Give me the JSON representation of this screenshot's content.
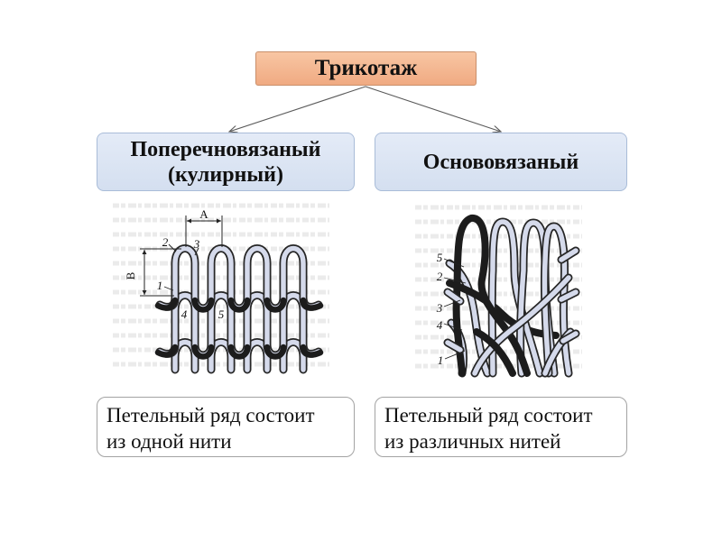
{
  "diagram": {
    "root": {
      "label": "Трикотаж"
    },
    "branches": [
      {
        "title_lines": [
          "Поперечновязаный",
          "(кулирный)"
        ],
        "figure": {
          "dimension_labels": [
            "А",
            "В"
          ],
          "part_labels": [
            "1",
            "2",
            "3",
            "4",
            "5"
          ]
        },
        "description_lines": [
          "Петельный ряд состоит",
          "из одной нити"
        ]
      },
      {
        "title_lines": [
          "Основовязаный"
        ],
        "figure": {
          "part_labels": [
            "1",
            "2",
            "3",
            "4",
            "5"
          ]
        },
        "description_lines": [
          "Петельный ряд состоит",
          "из различных нитей"
        ]
      }
    ]
  },
  "colors": {
    "root_fill_top": "#f8c6a3",
    "root_fill_bottom": "#f0aa82",
    "root_border": "#c98f6b",
    "category_fill_top": "#e4ebf7",
    "category_fill_bottom": "#d4dff0",
    "category_border": "#a9bcd8",
    "description_border": "#a3a3a3",
    "connector": "#5a5a5a",
    "yarn_light": "#d5daeb",
    "yarn_outline": "#262626",
    "yarn_dark": "#1c1c1c",
    "text": "#111111"
  }
}
